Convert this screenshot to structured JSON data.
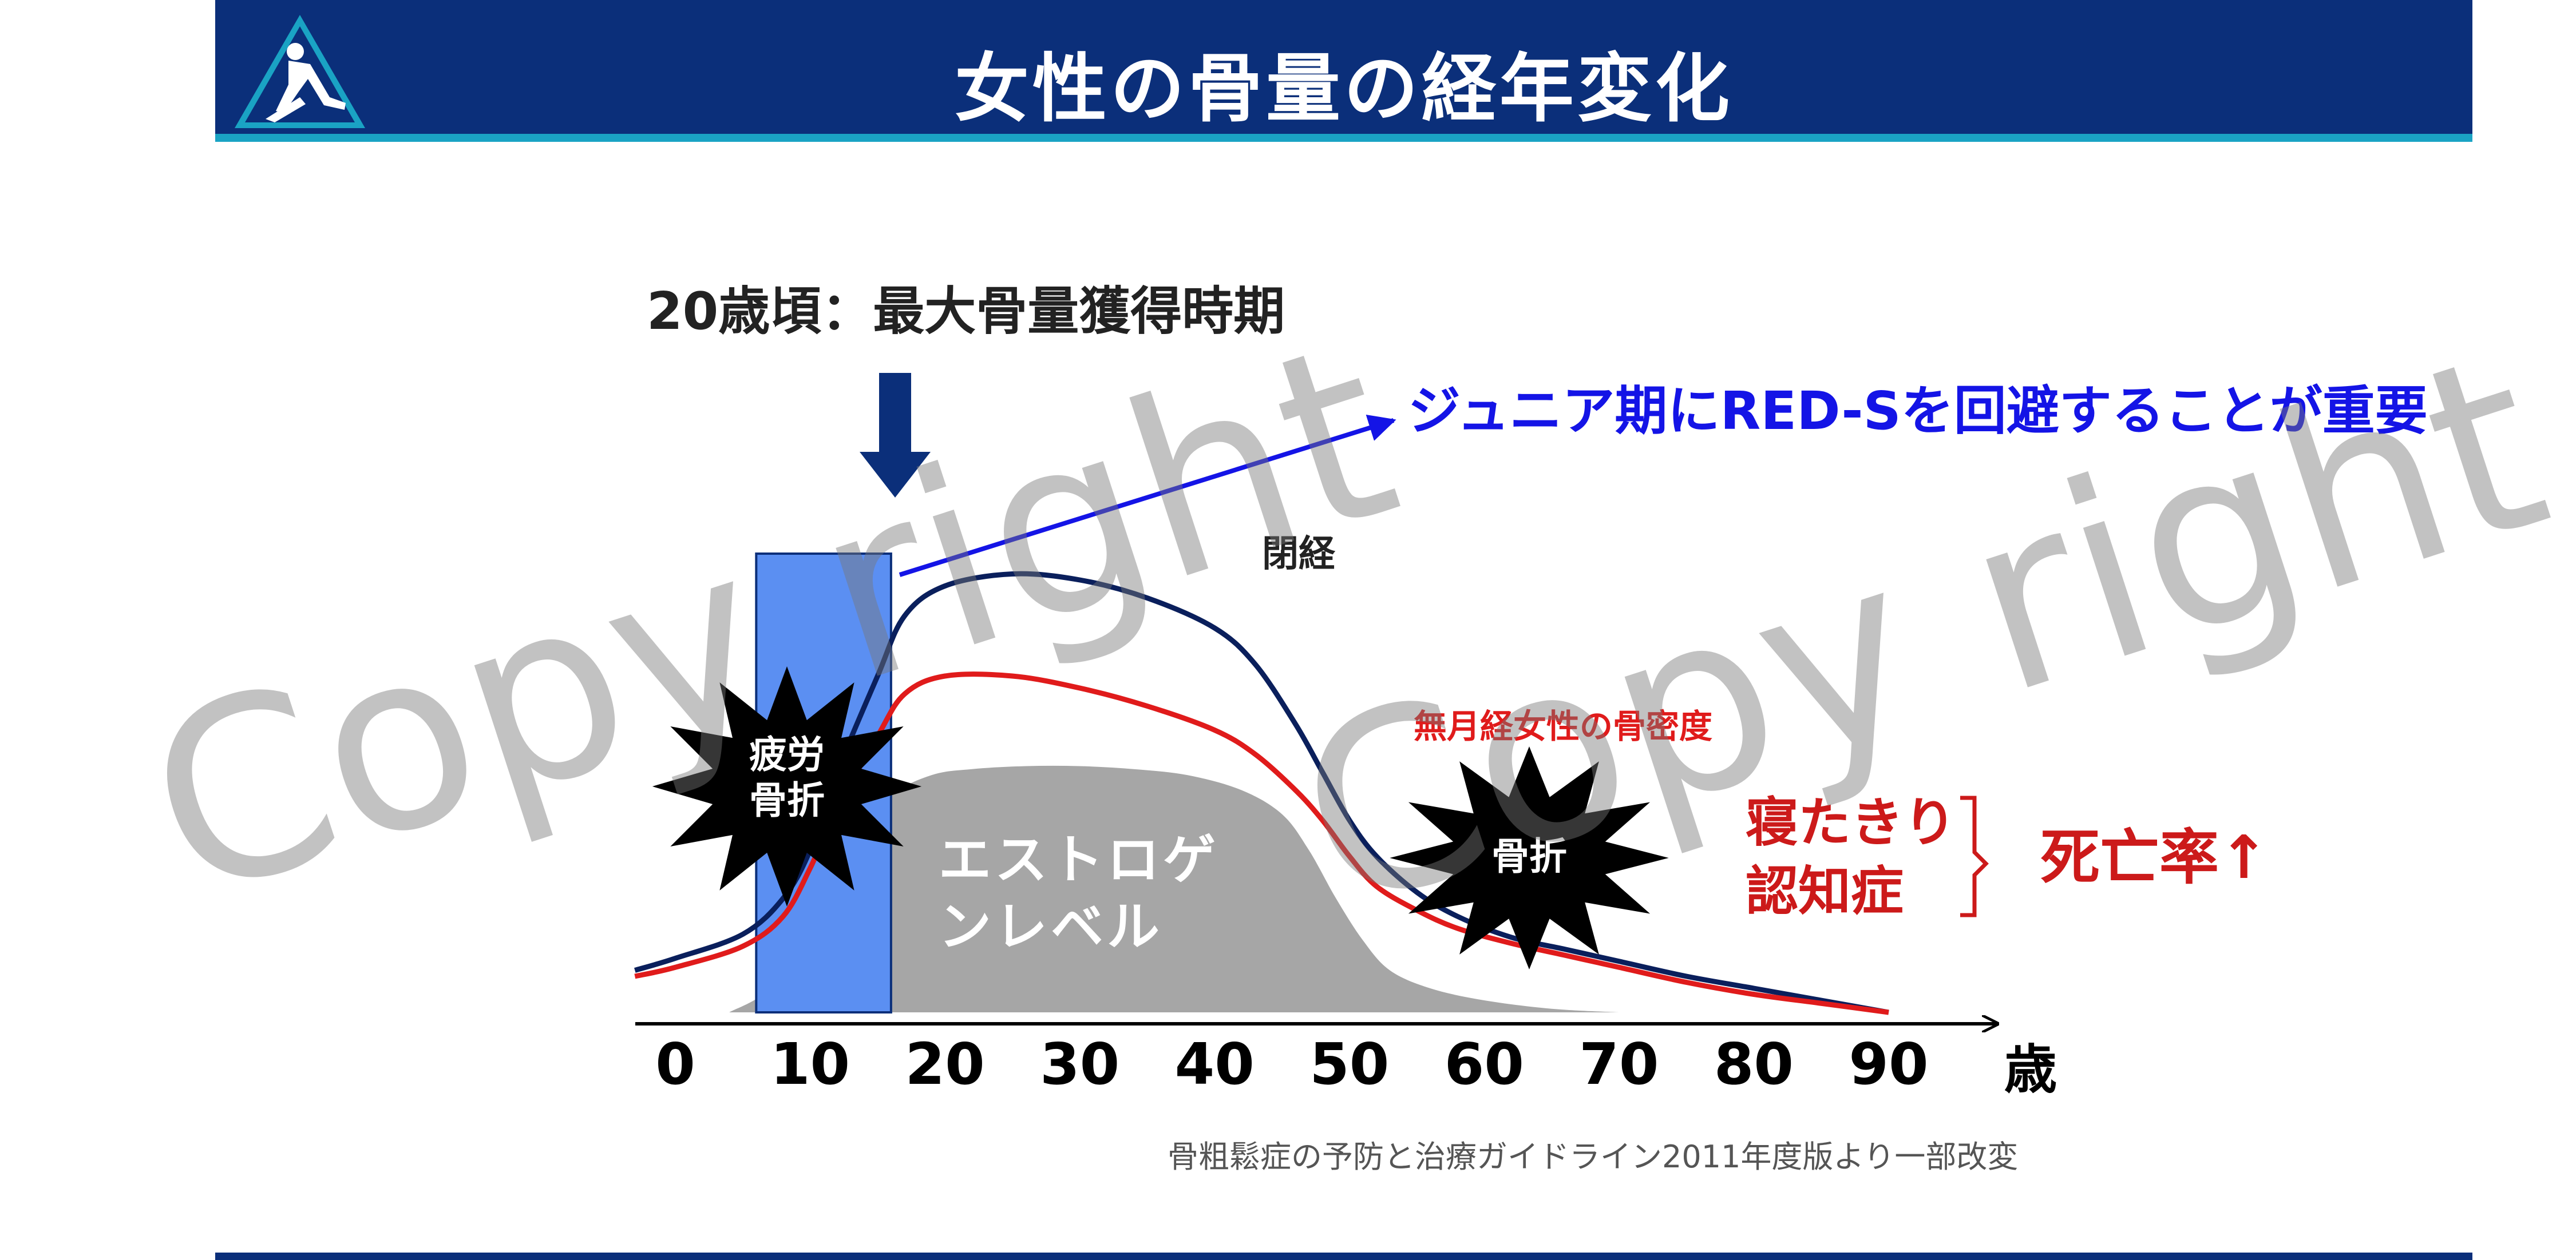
{
  "header": {
    "title": "女性の骨量の経年変化"
  },
  "source_note": "骨粗鬆症の予防と治療ガイドライン2011年度版より一部改変",
  "watermark": {
    "text": "Copy right"
  },
  "colors": {
    "header_bg": "#0b2f7a",
    "header_stripe": "#1aa3c4",
    "normal_line": "#0a1f5c",
    "amenorrhea_line": "#e01b1b",
    "estrogen_area": "#a6a6a6",
    "window_bar": "#5b8ff2",
    "emphasis_blue": "#1414e6",
    "emphasis_red": "#cc1a1a"
  },
  "chart_data": {
    "type": "line",
    "x_ticks": [
      0,
      10,
      20,
      30,
      40,
      50,
      60,
      70,
      80,
      90
    ],
    "x_unit": "歳",
    "xlim": [
      -3,
      100
    ],
    "ylim": [
      0,
      100
    ],
    "series": [
      {
        "name": "閉経",
        "color": "#0a1f5c",
        "x": [
          -3,
          0,
          5,
          8,
          10,
          12,
          15,
          17,
          20,
          25,
          30,
          35,
          40,
          43,
          46,
          48,
          50,
          52,
          55,
          58,
          62,
          66,
          70,
          75,
          80,
          85,
          90
        ],
        "y": [
          7,
          9,
          13,
          19,
          27,
          40,
          56,
          66,
          71,
          73,
          72,
          69,
          64,
          58,
          48,
          40,
          32,
          26,
          20,
          16,
          12.5,
          10.5,
          8.5,
          6,
          4,
          2,
          0
        ]
      },
      {
        "name": "無月経女性の骨密度",
        "color": "#e01b1b",
        "x": [
          -3,
          0,
          5,
          8,
          10,
          12,
          15,
          17,
          20,
          25,
          30,
          35,
          40,
          43,
          46,
          48,
          50,
          52,
          55,
          58,
          62,
          66,
          70,
          75,
          80,
          85,
          90
        ],
        "y": [
          6,
          7.5,
          11,
          16,
          24,
          34,
          46,
          53,
          56,
          56,
          54,
          51,
          47,
          43,
          37,
          32,
          26,
          21,
          17,
          14,
          11.5,
          9.5,
          7.5,
          5,
          3,
          1.5,
          0
        ]
      },
      {
        "name": "エストロゲンレベル",
        "type": "area",
        "color": "#a6a6a6",
        "x": [
          4,
          7,
          10,
          13,
          16,
          19,
          22,
          26,
          30,
          34,
          38,
          42,
          45,
          47,
          49,
          51,
          53,
          56,
          60,
          65,
          70
        ],
        "y": [
          0,
          4,
          14,
          28,
          36,
          39.5,
          40.5,
          41,
          41,
          40.5,
          39.5,
          37,
          33,
          27,
          19,
          12,
          7,
          4,
          2,
          0.6,
          0
        ]
      }
    ],
    "highlight_range": {
      "x_start": 6,
      "x_end": 16
    },
    "annotations": {
      "peak_label": "20歳頃：最大骨量獲得時期",
      "junior_message": "ジュニア期にRED-Sを回避することが重要",
      "menopause_label": "閉経",
      "amenorrhea_label": "無月経女性の骨密度",
      "estrogen_line1": "エストロゲ",
      "estrogen_line2": "ンレベル",
      "stress_fracture_line1": "疲労",
      "stress_fracture_line2": "骨折",
      "fracture_label": "骨折",
      "outcome_line1": "寝たきり",
      "outcome_line2": "認知症",
      "mortality_label": "死亡率↑"
    }
  }
}
